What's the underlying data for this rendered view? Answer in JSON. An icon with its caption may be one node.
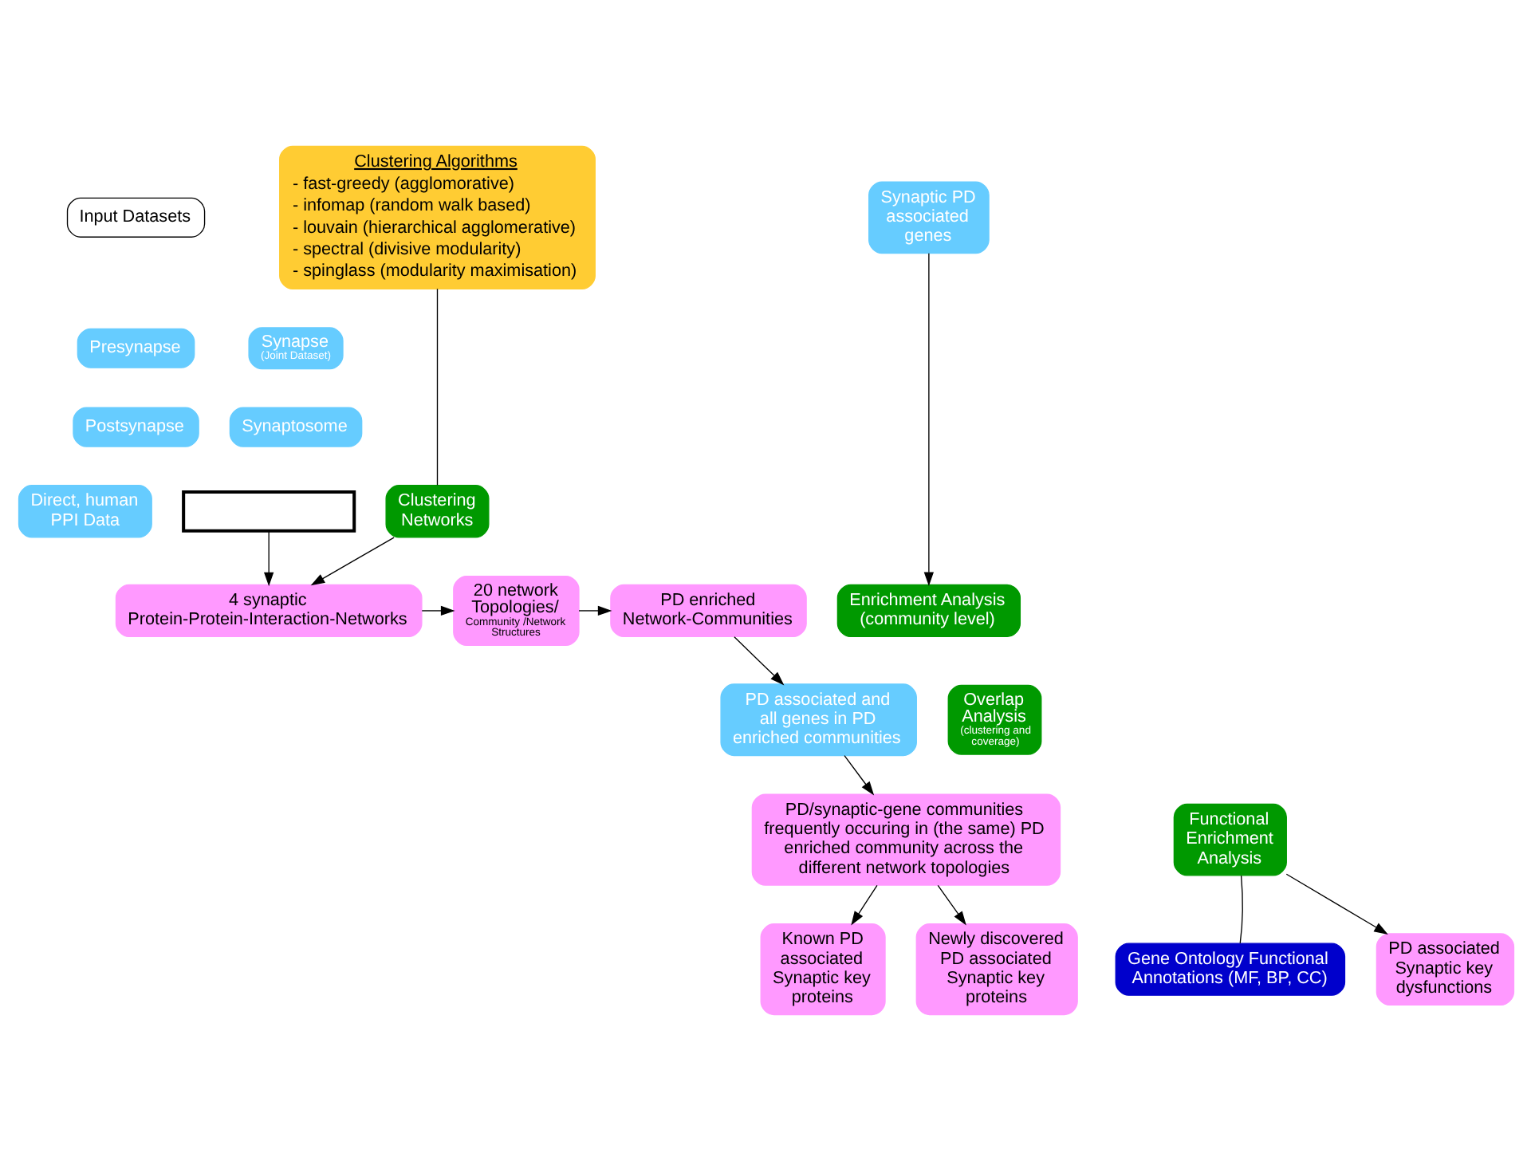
{
  "diagram": {
    "nodes": [
      {
        "text": [
          "Input Datasets"
        ]
      },
      {
        "text": [
          "Presynapse"
        ]
      },
      {
        "text": [
          "Postsynapse"
        ]
      },
      {
        "text": [
          "Synapse",
          "(Joint Dataset)"
        ]
      },
      {
        "text": [
          "Synaptosome"
        ]
      },
      {
        "text": [],
        "shape": "bracket"
      },
      {
        "text": [
          "Clustering Algorithms",
          "- fast-greedy (agglomorative)",
          "- infomap (random walk based)",
          "- louvain (hierarchical agglomerative)",
          "- spectral (divisive modularity)",
          "- spinglass (modularity maximisation)"
        ]
      },
      {
        "text": [
          "Synaptic PD associated genes"
        ]
      },
      {
        "text": [
          "Direct, human PPI Data"
        ]
      },
      {
        "text": [
          "Clustering Networks"
        ]
      },
      {
        "text": [
          "4 synaptic Protein-Protein-Interaction-Networks"
        ]
      },
      {
        "text": [
          "20 network Topologies/",
          "Community /Network Structures"
        ]
      },
      {
        "text": [
          "Enrichment Analysis (community level)"
        ]
      },
      {
        "text": [
          "PD enriched Network-Communities"
        ]
      },
      {
        "text": [
          "Overlap Analysis",
          "(clustering and coverage)"
        ]
      },
      {
        "text": [
          "PD/synaptic-gene communities frequently occuring in (the same) PD enriched community across the different network topologies"
        ]
      },
      {
        "text": [
          "PD associated and all genes in PD enriched communities"
        ]
      },
      {
        "text": [
          "Functional Enrichment Analysis"
        ]
      },
      {
        "text": [
          "Gene Ontology Functional Annotations (MF, BP, CC)"
        ]
      },
      {
        "text": [
          "PD associated Synaptic key dysfunctions"
        ]
      },
      {
        "text": [
          "Known PD associated Synaptic key proteins"
        ]
      },
      {
        "text": [
          "Newly discovered PD associated Synaptic key proteins"
        ]
      }
    ],
    "edges": [
      {
        "from": 5,
        "to": 10,
        "arrow": "to"
      },
      {
        "from": 6,
        "to": 9,
        "arrow": "none"
      },
      {
        "from": 9,
        "to": 10,
        "arrow": "to"
      },
      {
        "from": 7,
        "to": 12,
        "arrow": "to"
      },
      {
        "from": 10,
        "to": 11,
        "arrow": "to"
      },
      {
        "from": 11,
        "to": 13,
        "arrow": "to"
      },
      {
        "from": 13,
        "to": 16,
        "arrow": "to"
      },
      {
        "from": 16,
        "to": 15,
        "arrow": "to"
      },
      {
        "from": 17,
        "to": 19,
        "arrow": "to"
      },
      {
        "from": 18,
        "to": 17,
        "arrow": "none"
      },
      {
        "from": 15,
        "to": 20,
        "arrow": "to"
      },
      {
        "from": 15,
        "to": 21,
        "arrow": "to"
      }
    ]
  }
}
